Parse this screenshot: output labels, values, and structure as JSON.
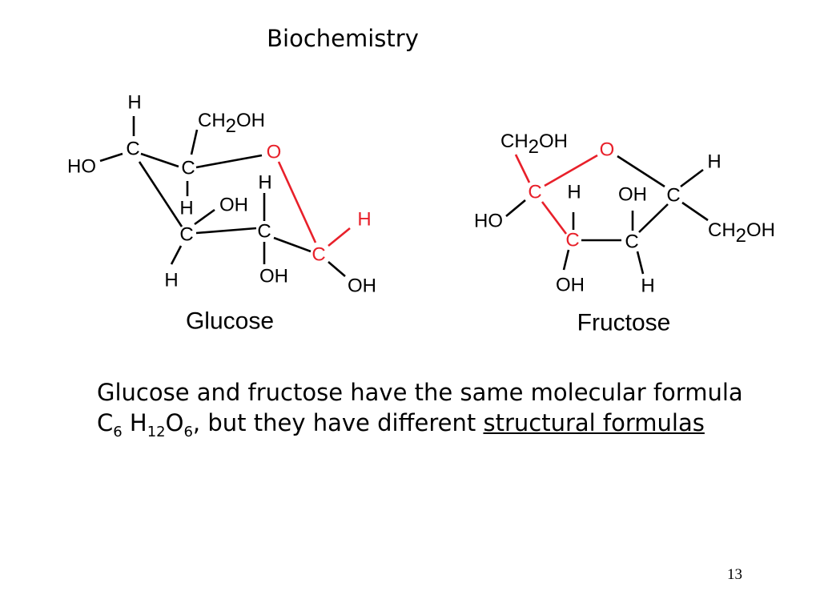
{
  "slide": {
    "title": "Biochemistry",
    "page_number": "13"
  },
  "glucose": {
    "caption": "Glucose",
    "labels": {
      "H_top": "H",
      "CH2OH_prefix": "CH",
      "CH2OH_sub": "2",
      "CH2OH_suffix": "OH",
      "HO_left": "HO",
      "C1": "C",
      "C2": "C",
      "O_ring": "O",
      "H_c2": "H",
      "OH_c3": "OH",
      "H_c4": "H",
      "H_red": "H",
      "C3": "C",
      "C4": "C",
      "C5": "C",
      "H_bottom": "H",
      "OH_c4": "OH",
      "OH_c5": "OH"
    }
  },
  "fructose": {
    "caption": "Fructose",
    "labels": {
      "CH2OH_C": "C",
      "CH2OH_H": "H",
      "CH2OH_sub": "2",
      "CH2OH_suffix": "OH",
      "O_ring": "O",
      "H_right": "H",
      "C1": "C",
      "H_c2": "H",
      "OH_c3": "OH",
      "C4": "C",
      "HO_left": "HO",
      "C2": "C",
      "C3": "C",
      "CH2OH_right_prefix": "CH",
      "CH2OH_right_sub": "2",
      "CH2OH_right_suffix": "OH",
      "OH_bottom": "OH",
      "H_bottom": "H"
    }
  },
  "body": {
    "line1": "Glucose and fructose have the same molecular formula",
    "c": "C",
    "c_sub": "6",
    "h": "H",
    "h_sub": "12",
    "o": "O",
    "o_sub": "6",
    "after_formula": ", but they have different ",
    "underlined": "structural formulas"
  },
  "colors": {
    "highlight": "#e8202a",
    "text": "#000000",
    "background": "#ffffff"
  }
}
